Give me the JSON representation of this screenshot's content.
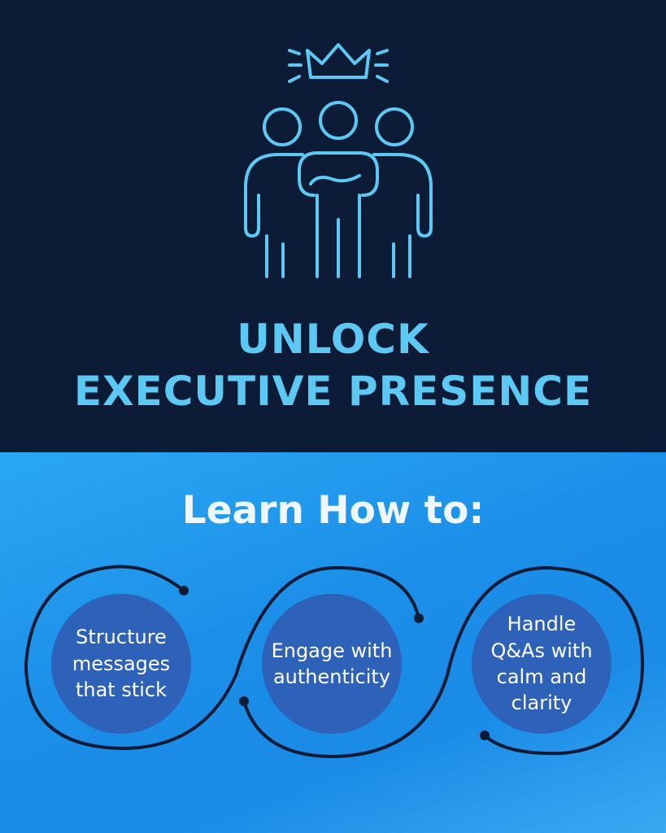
{
  "headline": {
    "line1": "UNLOCK",
    "line2": "EXECUTIVE PRESENCE"
  },
  "subhead": "Learn How to:",
  "steps": [
    {
      "label": "Structure\nmessages\nthat stick"
    },
    {
      "label": "Engage with\nauthenticity"
    },
    {
      "label": "Handle\nQ&As with\ncalm and\nclarity"
    }
  ],
  "icons": {
    "hero": "leader-team-crown-icon"
  },
  "colors": {
    "top_background": "#0c1b36",
    "accent": "#5cc9f5",
    "bottom_background": "#1b8ee8",
    "circle_fill": "#2d62b8",
    "wave_stroke": "#0c1b36"
  }
}
